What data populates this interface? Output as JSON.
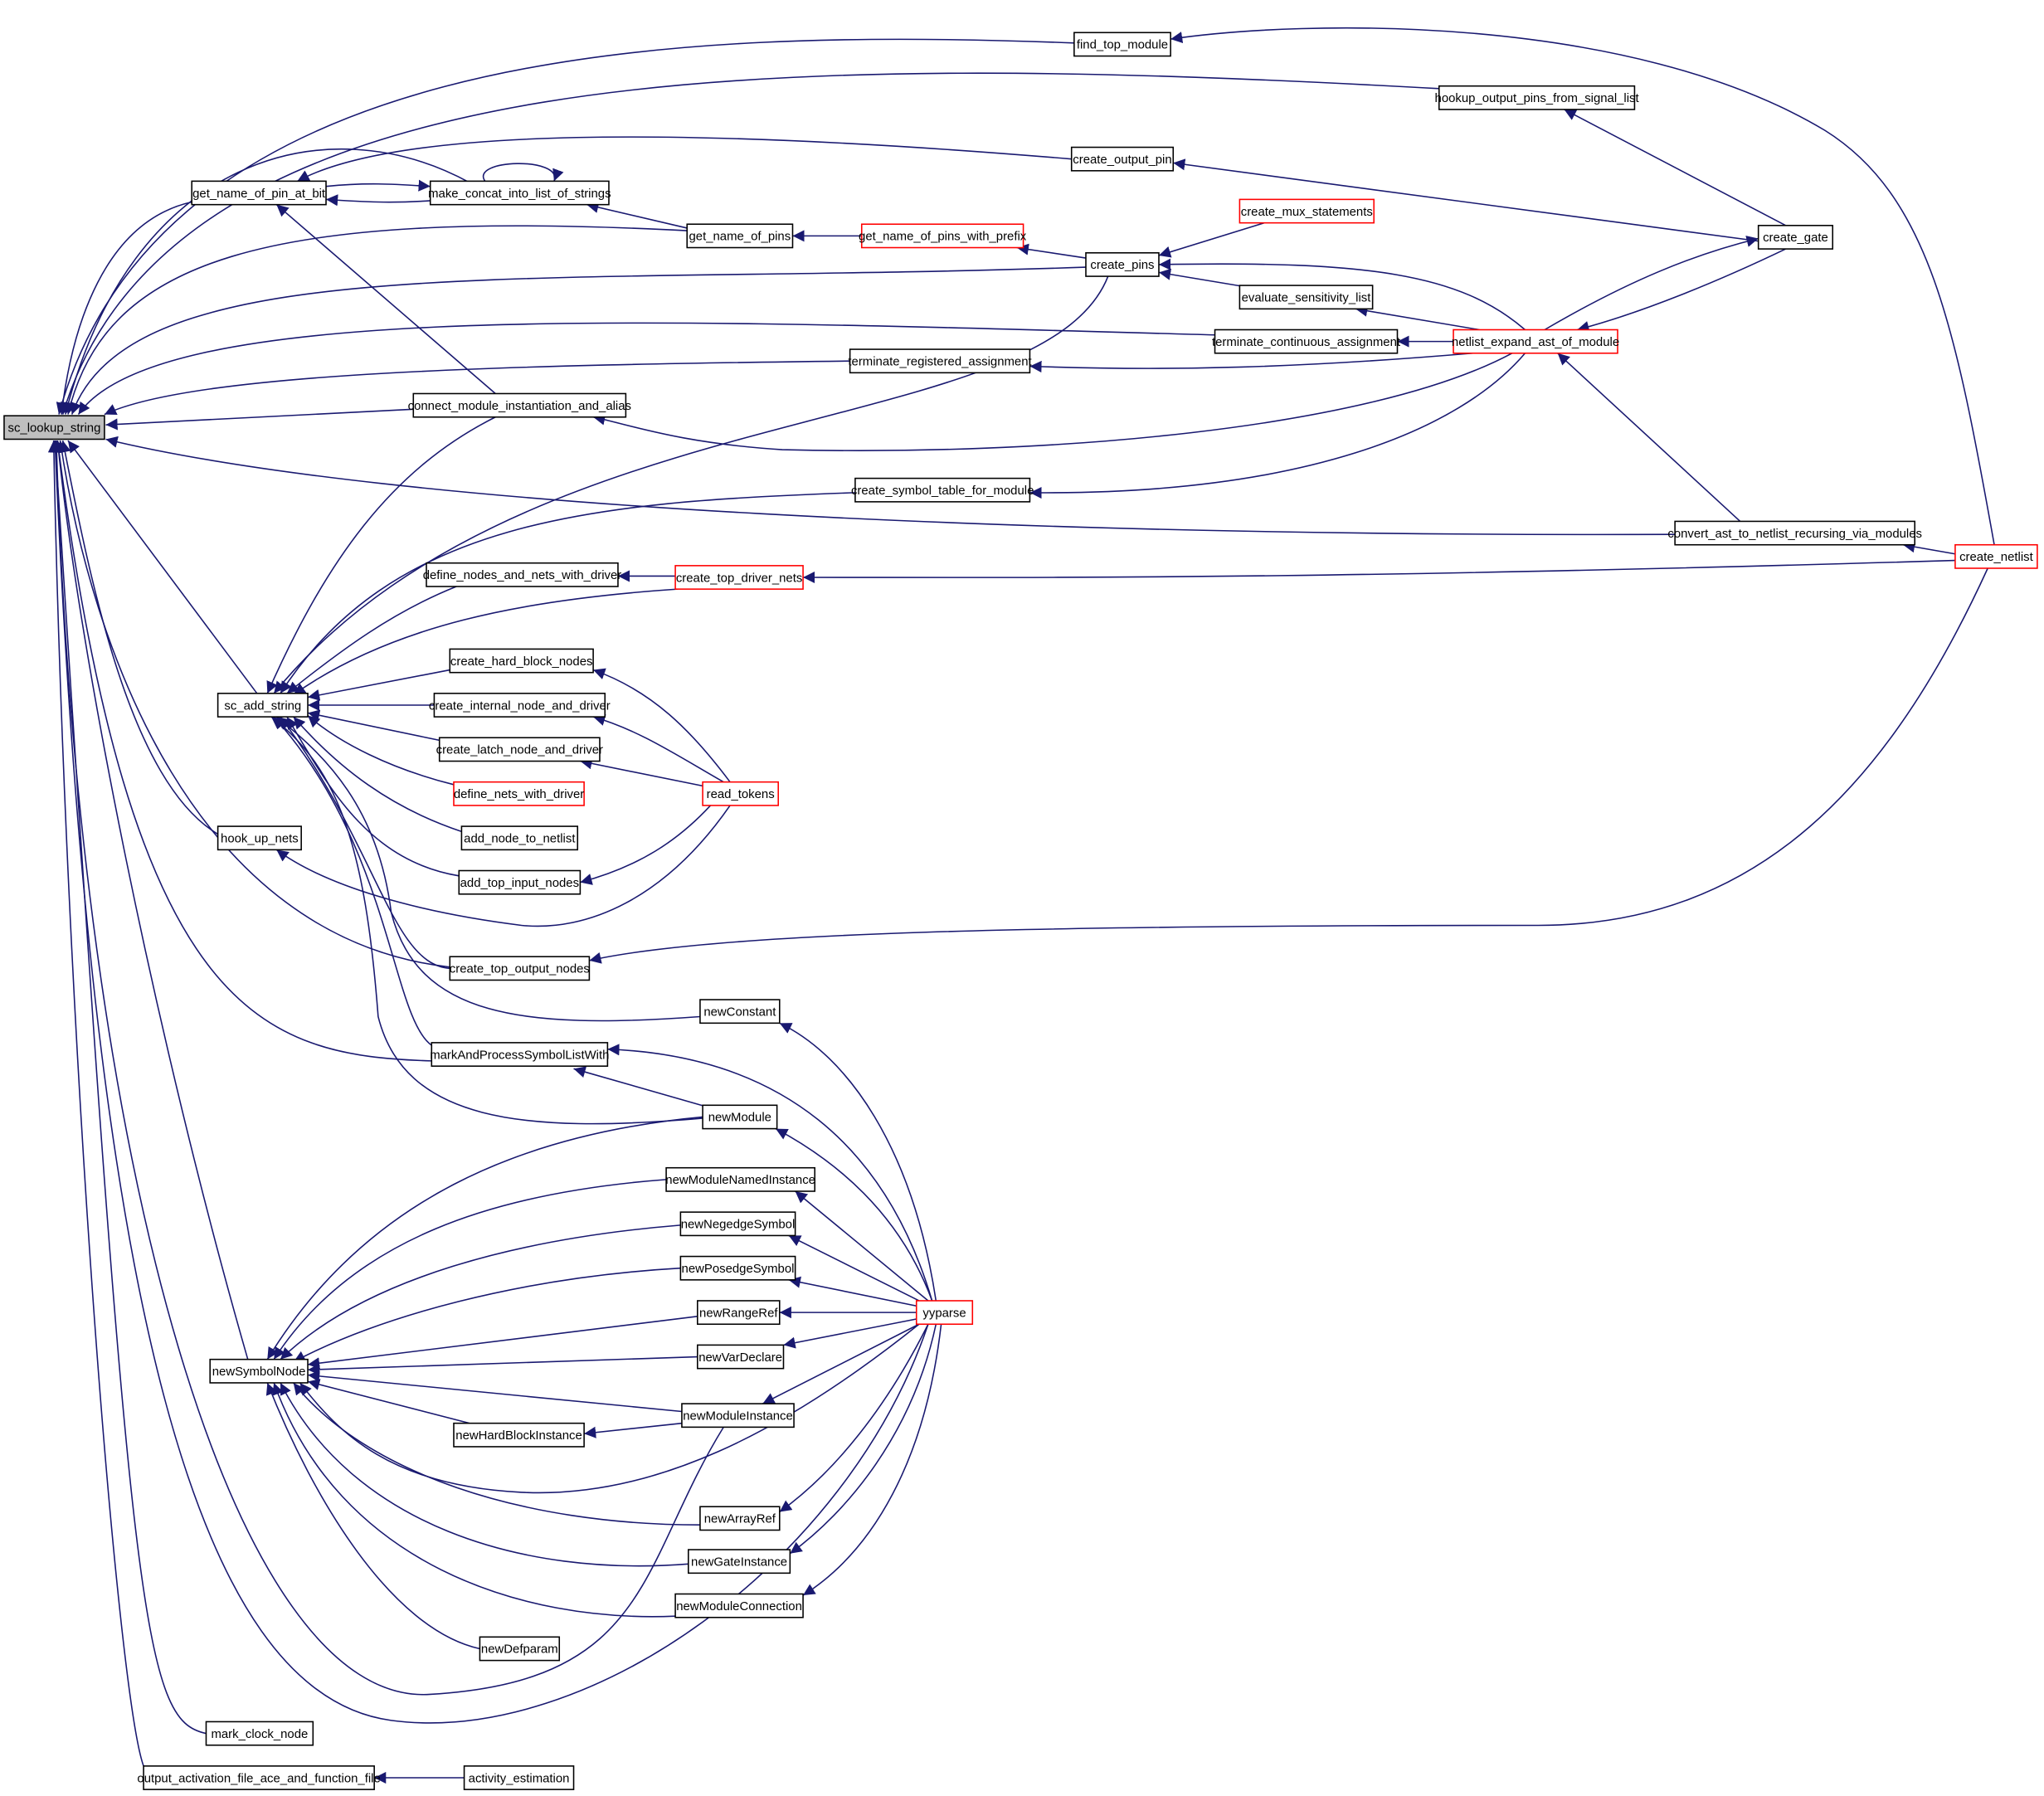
{
  "graph": {
    "type": "caller-graph",
    "colors": {
      "edge": "#191970",
      "red_border": "#ff0000",
      "focus_fill": "#bfbfbf",
      "border": "#000000"
    },
    "nodes": {
      "sc_lookup_string": {
        "label": "sc_lookup_string",
        "style": "focus"
      },
      "find_top_module": {
        "label": "find_top_module",
        "style": "normal"
      },
      "hookup_output_pins_from_signal_list": {
        "label": "hookup_output_pins_from_signal_list",
        "style": "normal"
      },
      "create_output_pin": {
        "label": "create_output_pin",
        "style": "normal"
      },
      "make_concat_into_list_of_strings": {
        "label": "make_concat_into_list_of_strings",
        "style": "normal"
      },
      "get_name_of_pin_at_bit": {
        "label": "get_name_of_pin_at_bit",
        "style": "normal"
      },
      "get_name_of_pins": {
        "label": "get_name_of_pins",
        "style": "normal"
      },
      "get_name_of_pins_with_prefix": {
        "label": "get_name_of_pins_with_prefix",
        "style": "red"
      },
      "create_mux_statements": {
        "label": "create_mux_statements",
        "style": "red"
      },
      "create_gate": {
        "label": "create_gate",
        "style": "normal"
      },
      "create_pins": {
        "label": "create_pins",
        "style": "normal"
      },
      "evaluate_sensitivity_list": {
        "label": "evaluate_sensitivity_list",
        "style": "normal"
      },
      "terminate_continuous_assignment": {
        "label": "terminate_continuous_assignment",
        "style": "normal"
      },
      "netlist_expand_ast_of_module": {
        "label": "netlist_expand_ast_of_module",
        "style": "red"
      },
      "terminate_registered_assignment": {
        "label": "terminate_registered_assignment",
        "style": "normal"
      },
      "connect_module_instantiation_and_alias": {
        "label": "connect_module_instantiation_and_alias",
        "style": "normal"
      },
      "create_symbol_table_for_module": {
        "label": "create_symbol_table_for_module",
        "style": "normal"
      },
      "convert_ast_to_netlist_recursing_via_modules": {
        "label": "convert_ast_to_netlist_recursing_via_modules",
        "style": "normal"
      },
      "create_netlist": {
        "label": "create_netlist",
        "style": "red"
      },
      "define_nodes_and_nets_with_driver": {
        "label": "define_nodes_and_nets_with_driver",
        "style": "normal"
      },
      "create_top_driver_nets": {
        "label": "create_top_driver_nets",
        "style": "red"
      },
      "create_hard_block_nodes": {
        "label": "create_hard_block_nodes",
        "style": "normal"
      },
      "sc_add_string": {
        "label": "sc_add_string",
        "style": "normal"
      },
      "create_internal_node_and_driver": {
        "label": "create_internal_node_and_driver",
        "style": "normal"
      },
      "create_latch_node_and_driver": {
        "label": "create_latch_node_and_driver",
        "style": "normal"
      },
      "define_nets_with_driver": {
        "label": "define_nets_with_driver",
        "style": "red"
      },
      "read_tokens": {
        "label": "read_tokens",
        "style": "red"
      },
      "add_node_to_netlist": {
        "label": "add_node_to_netlist",
        "style": "normal"
      },
      "hook_up_nets": {
        "label": "hook_up_nets",
        "style": "normal"
      },
      "add_top_input_nodes": {
        "label": "add_top_input_nodes",
        "style": "normal"
      },
      "create_top_output_nodes": {
        "label": "create_top_output_nodes",
        "style": "normal"
      },
      "newConstant": {
        "label": "newConstant",
        "style": "normal"
      },
      "markAndProcessSymbolListWith": {
        "label": "markAndProcessSymbolListWith",
        "style": "normal"
      },
      "newModule": {
        "label": "newModule",
        "style": "normal"
      },
      "newModuleNamedInstance": {
        "label": "newModuleNamedInstance",
        "style": "normal"
      },
      "newNegedgeSymbol": {
        "label": "newNegedgeSymbol",
        "style": "normal"
      },
      "newPosedgeSymbol": {
        "label": "newPosedgeSymbol",
        "style": "normal"
      },
      "newRangeRef": {
        "label": "newRangeRef",
        "style": "normal"
      },
      "yyparse": {
        "label": "yyparse",
        "style": "red"
      },
      "newVarDeclare": {
        "label": "newVarDeclare",
        "style": "normal"
      },
      "newSymbolNode": {
        "label": "newSymbolNode",
        "style": "normal"
      },
      "newModuleInstance": {
        "label": "newModuleInstance",
        "style": "normal"
      },
      "newHardBlockInstance": {
        "label": "newHardBlockInstance",
        "style": "normal"
      },
      "newArrayRef": {
        "label": "newArrayRef",
        "style": "normal"
      },
      "newGateInstance": {
        "label": "newGateInstance",
        "style": "normal"
      },
      "newModuleConnection": {
        "label": "newModuleConnection",
        "style": "normal"
      },
      "newDefparam": {
        "label": "newDefparam",
        "style": "normal"
      },
      "mark_clock_node": {
        "label": "mark_clock_node",
        "style": "normal"
      },
      "output_activation_file_ace_and_function_file": {
        "label": "output_activation_file_ace_and_function_file",
        "style": "normal"
      },
      "activity_estimation": {
        "label": "activity_estimation",
        "style": "normal"
      }
    }
  }
}
